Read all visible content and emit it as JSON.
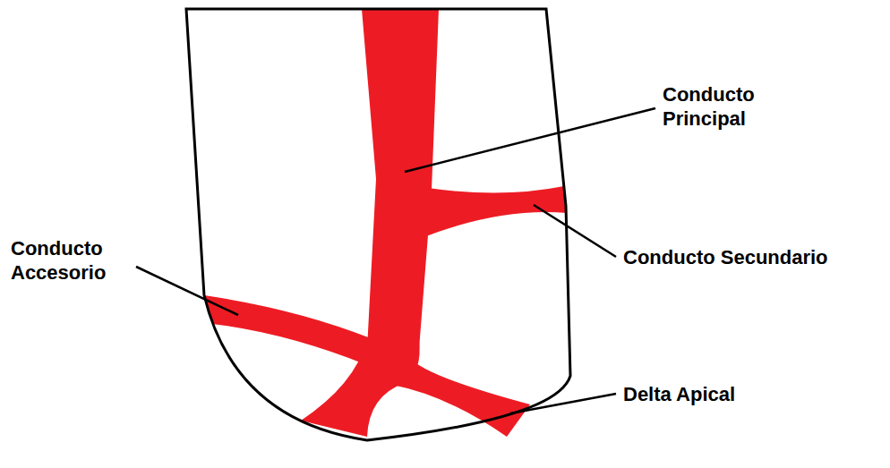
{
  "diagram": {
    "labels": [
      "Conducto Principal",
      "Conducto Secundario",
      "Conducto Accesorio",
      "Delta Apical"
    ]
  }
}
